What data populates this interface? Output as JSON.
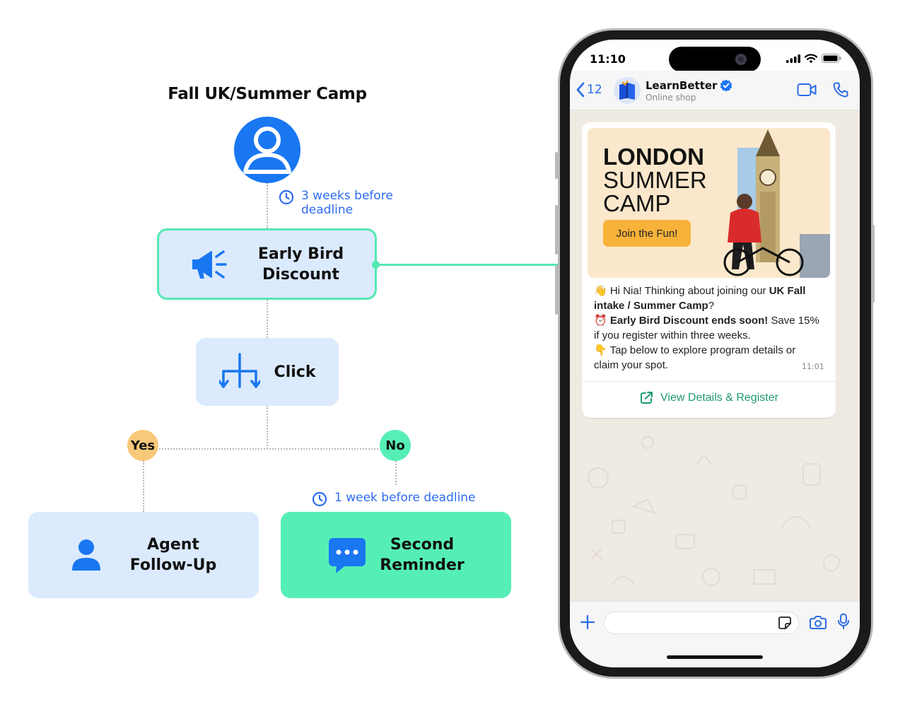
{
  "flow": {
    "title": "Fall UK/Summer Camp",
    "timing_1": [
      "3 weeks before",
      "deadline"
    ],
    "early_bird": [
      "Early Bird",
      "Discount"
    ],
    "click": "Click",
    "yes": "Yes",
    "no": "No",
    "timing_2": "1 week before deadline",
    "agent": [
      "Agent",
      "Follow-Up"
    ],
    "second": [
      "Second",
      "Reminder"
    ]
  },
  "colors": {
    "accent_blue": "#1977f2",
    "node_bg": "#dbeafd",
    "mint": "#55efb6",
    "yes_pill": "#f9c97a",
    "link_green": "#1f9b6b"
  },
  "phone": {
    "status_time": "11:10",
    "back_count": "12",
    "contact_name": "LearnBetter",
    "contact_sub": "Online shop",
    "verified_icon": "verified-badge-icon",
    "promo": {
      "line1": "LONDON",
      "line2": "SUMMER",
      "line3": "CAMP",
      "button": "Join the Fun!"
    },
    "message": {
      "l1_a": "👋 Hi Nia! Thinking about joining our ",
      "l1_b": "UK Fall intake / Summer Camp",
      "l1_c": "?",
      "l2_a": "⏰ ",
      "l2_b": "Early Bird Discount ends soon!",
      "l2_c": " Save 15% if you register within three weeks.",
      "l3": "👇 Tap below to explore program details or claim your spot."
    },
    "time": "11:01",
    "cta": "View Details & Register"
  }
}
